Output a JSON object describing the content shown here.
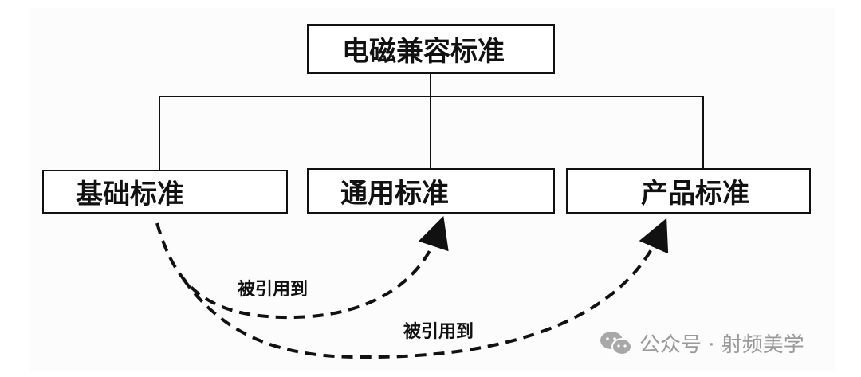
{
  "root": {
    "label": "电磁兼容标准"
  },
  "children": [
    {
      "label": "基础标准"
    },
    {
      "label": "通用标准"
    },
    {
      "label": "产品标准"
    }
  ],
  "arrows": [
    {
      "from": "基础标准",
      "to": "通用标准",
      "label": "被引用到"
    },
    {
      "from": "基础标准",
      "to": "产品标准",
      "label": "被引用到"
    }
  ],
  "watermark": {
    "text": "公众号 · 射频美学",
    "icon": "wechat-icon"
  }
}
